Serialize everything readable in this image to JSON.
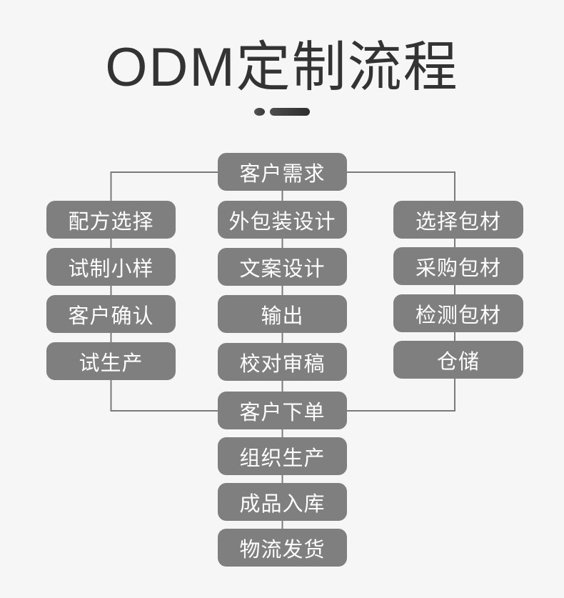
{
  "title": {
    "text": "ODM定制流程",
    "color": "#333333"
  },
  "flowchart": {
    "box_color": "#7f7f7f",
    "box_text_color": "#ffffff",
    "line_color": "#7a7a7a",
    "background": "#f6f6f6",
    "top": {
      "label": "客户需求"
    },
    "left_column": [
      {
        "label": "配方选择"
      },
      {
        "label": "试制小样"
      },
      {
        "label": "客户确认"
      },
      {
        "label": "试生产"
      }
    ],
    "middle_column": [
      {
        "label": "外包装设计"
      },
      {
        "label": "文案设计"
      },
      {
        "label": "输出"
      },
      {
        "label": "校对审稿"
      },
      {
        "label": "客户下单"
      },
      {
        "label": "组织生产"
      },
      {
        "label": "成品入库"
      },
      {
        "label": "物流发货"
      }
    ],
    "right_column": [
      {
        "label": "选择包材"
      },
      {
        "label": "采购包材"
      },
      {
        "label": "检测包材"
      },
      {
        "label": "仓储"
      }
    ]
  }
}
